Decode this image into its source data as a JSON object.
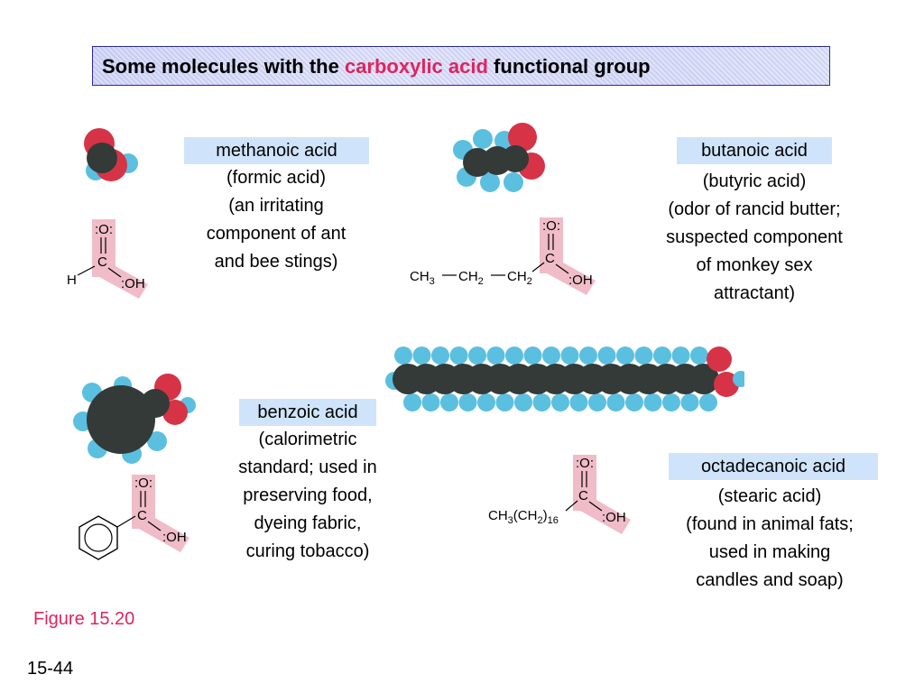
{
  "title": {
    "prefix": "Some molecules with the ",
    "highlight": "carboxylic acid",
    "suffix": " functional group"
  },
  "colors": {
    "highlight": "#e0245e",
    "label_bg": "#cfe4fb",
    "carbon": "#333a38",
    "hydrogen": "#5bbfe0",
    "oxygen": "#d63347",
    "cooh_bg": "#efbcc7"
  },
  "molecules": {
    "methanoic": {
      "name": "methanoic acid",
      "desc": [
        "(formic acid)",
        "(an irritating",
        "component of ant",
        "and bee stings)"
      ],
      "atoms": {
        "o": ":O:",
        "c": "C",
        "oh": ":OH",
        "h": "H"
      }
    },
    "butanoic": {
      "name": "butanoic acid",
      "desc": [
        "(butyric acid)",
        "(odor of rancid butter;",
        "suspected component",
        "of monkey sex",
        "attractant)"
      ],
      "atoms": {
        "o": ":O:",
        "c": "C",
        "oh": ":OH",
        "chain": [
          "CH",
          "3",
          "CH",
          "2",
          "CH",
          "2"
        ]
      }
    },
    "benzoic": {
      "name": "benzoic acid",
      "desc": [
        "(calorimetric",
        "standard; used in",
        "preserving food,",
        "dyeing fabric,",
        "curing tobacco)"
      ],
      "atoms": {
        "o": ":O:",
        "c": "C",
        "oh": ":OH"
      }
    },
    "octadecanoic": {
      "name": "octadecanoic acid",
      "desc": [
        "(stearic acid)",
        "(found in animal fats;",
        "used in making",
        "candles and soap)"
      ],
      "atoms": {
        "o": ":O:",
        "c": "C",
        "oh": ":OH",
        "chain": [
          "CH",
          "3",
          "(CH",
          "2",
          ")",
          "16"
        ]
      }
    }
  },
  "figure_label": "Figure 15.20",
  "page_number": "15-44"
}
